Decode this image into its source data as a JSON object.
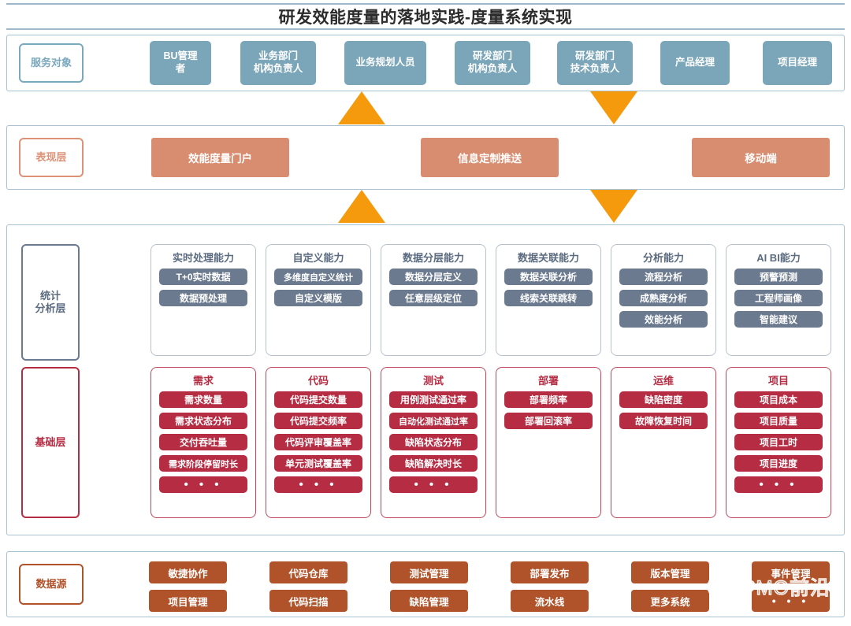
{
  "header": {
    "title": "研发效能度量的落地实践-度量系统实现"
  },
  "colors": {
    "teal": "#7ba6b9",
    "salmon": "#d98d70",
    "grey": "#6b7a8f",
    "red": "#b52c43",
    "brown": "#b1532a",
    "arrow_orange": "#f59a0d",
    "band_border": "#a8c3d4"
  },
  "layers": [
    {
      "key": "service_objects",
      "label": "服务对象",
      "items": [
        {
          "text": "BU管理\n者"
        },
        {
          "text": "业务部门\n机构负责人"
        },
        {
          "text": "业务规划人员"
        },
        {
          "text": "研发部门\n机构负责人"
        },
        {
          "text": "研发部门\n技术负责人"
        },
        {
          "text": "产品经理"
        },
        {
          "text": "项目经理"
        }
      ]
    },
    {
      "key": "presentation",
      "label": "表现层",
      "items": [
        {
          "text": "效能度量门户"
        },
        {
          "text": "信息定制推送"
        },
        {
          "text": "移动端"
        }
      ]
    },
    {
      "key": "statistics",
      "label": "统计\n分析层",
      "cards": [
        {
          "title": "实时处理能力",
          "pills": [
            "T+0实时数据",
            "数据预处理"
          ]
        },
        {
          "title": "自定义能力",
          "pills": [
            "多维度自定义统计",
            "自定义模版"
          ]
        },
        {
          "title": "数据分层能力",
          "pills": [
            "数据分层定义",
            "任意层级定位"
          ]
        },
        {
          "title": "数据关联能力",
          "pills": [
            "数据关联分析",
            "线索关联跳转"
          ]
        },
        {
          "title": "分析能力",
          "pills": [
            "流程分析",
            "成熟度分析",
            "效能分析"
          ]
        },
        {
          "title": "AI BI能力",
          "pills": [
            "预警预测",
            "工程师画像",
            "智能建议"
          ]
        }
      ]
    },
    {
      "key": "base",
      "label": "基础层",
      "cards": [
        {
          "title": "需求",
          "pills": [
            "需求数量",
            "需求状态分布",
            "交付吞吐量",
            "需求阶段停留时长",
            "• • •"
          ]
        },
        {
          "title": "代码",
          "pills": [
            "代码提交数量",
            "代码提交频率",
            "代码评审覆盖率",
            "单元测试覆盖率",
            "• • •"
          ]
        },
        {
          "title": "测试",
          "pills": [
            "用例测试通过率",
            "自动化测试通过率",
            "缺陷状态分布",
            "缺陷解决时长",
            "• • •"
          ]
        },
        {
          "title": "部署",
          "pills": [
            "部署频率",
            "部署回滚率"
          ]
        },
        {
          "title": "运维",
          "pills": [
            "缺陷密度",
            "故障恢复时间"
          ]
        },
        {
          "title": "项目",
          "pills": [
            "项目成本",
            "项目质量",
            "项目工时",
            "项目进度",
            "• • •"
          ]
        }
      ]
    },
    {
      "key": "datasource",
      "label": "数据源",
      "columns": [
        {
          "items": [
            "敏捷协作",
            "项目管理"
          ]
        },
        {
          "items": [
            "代码仓库",
            "代码扫描"
          ]
        },
        {
          "items": [
            "测试管理",
            "缺陷管理"
          ]
        },
        {
          "items": [
            "部署发布",
            "流水线"
          ]
        },
        {
          "items": [
            "版本管理",
            "更多系统"
          ]
        },
        {
          "items": [
            "事件管理",
            "• • •"
          ]
        }
      ]
    }
  ],
  "arrows": [
    {
      "name": "arrow-up-service-to-presentation",
      "direction": "up"
    },
    {
      "name": "arrow-down-presentation-to-service",
      "direction": "down"
    },
    {
      "name": "arrow-up-statistics-to-presentation",
      "direction": "up"
    },
    {
      "name": "arrow-down-presentation-to-statistics",
      "direction": "down"
    }
  ],
  "watermark": {
    "text": "PMO前沿",
    "icon": "wechat-icon"
  }
}
